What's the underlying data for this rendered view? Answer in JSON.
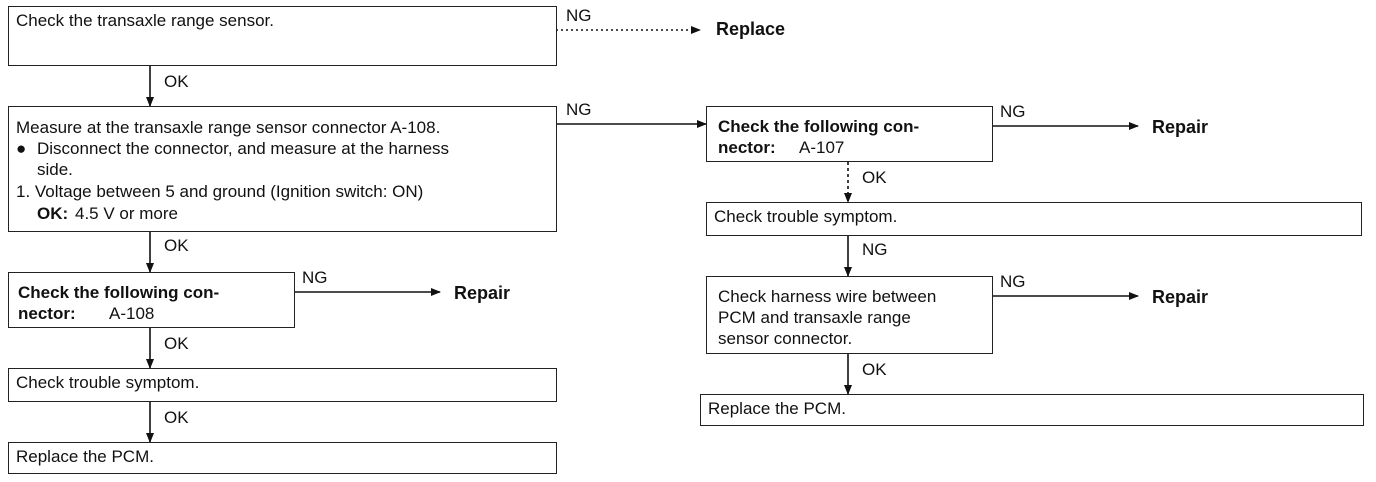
{
  "left": {
    "box1": "Check the transaxle range sensor.",
    "box1_ng": "NG",
    "box1_action": "Replace",
    "ok1": "OK",
    "box2": {
      "line1": "Measure at the transaxle range sensor connector A-108.",
      "bullet": "●",
      "line2": "Disconnect the connector, and measure at the harness",
      "line3": "side.",
      "line4": "1. Voltage between 5 and ground (Ignition switch: ON)",
      "ok_label": "OK:",
      "ok_value": "4.5 V or more"
    },
    "box2_ng": "NG",
    "ok2": "OK",
    "box3": {
      "line1": "Check the following con-",
      "line2_bold": "nector:",
      "line2_rest": "A-108"
    },
    "box3_ng": "NG",
    "box3_action": "Repair",
    "ok3": "OK",
    "box4": "Check trouble symptom.",
    "ok4": "OK",
    "box5": "Replace the PCM."
  },
  "right": {
    "box1": {
      "line1": "Check the following con-",
      "line2_bold": "nector:",
      "line2_rest": "A-107"
    },
    "box1_ng": "NG",
    "box1_action": "Repair",
    "ok1": "OK",
    "box2": "Check trouble symptom.",
    "ng2": "NG",
    "box3": {
      "line1": "Check harness wire between",
      "line2": "PCM and transaxle range",
      "line3": "sensor connector."
    },
    "box3_ng": "NG",
    "box3_action": "Repair",
    "ok3": "OK",
    "box4": "Replace the PCM."
  }
}
